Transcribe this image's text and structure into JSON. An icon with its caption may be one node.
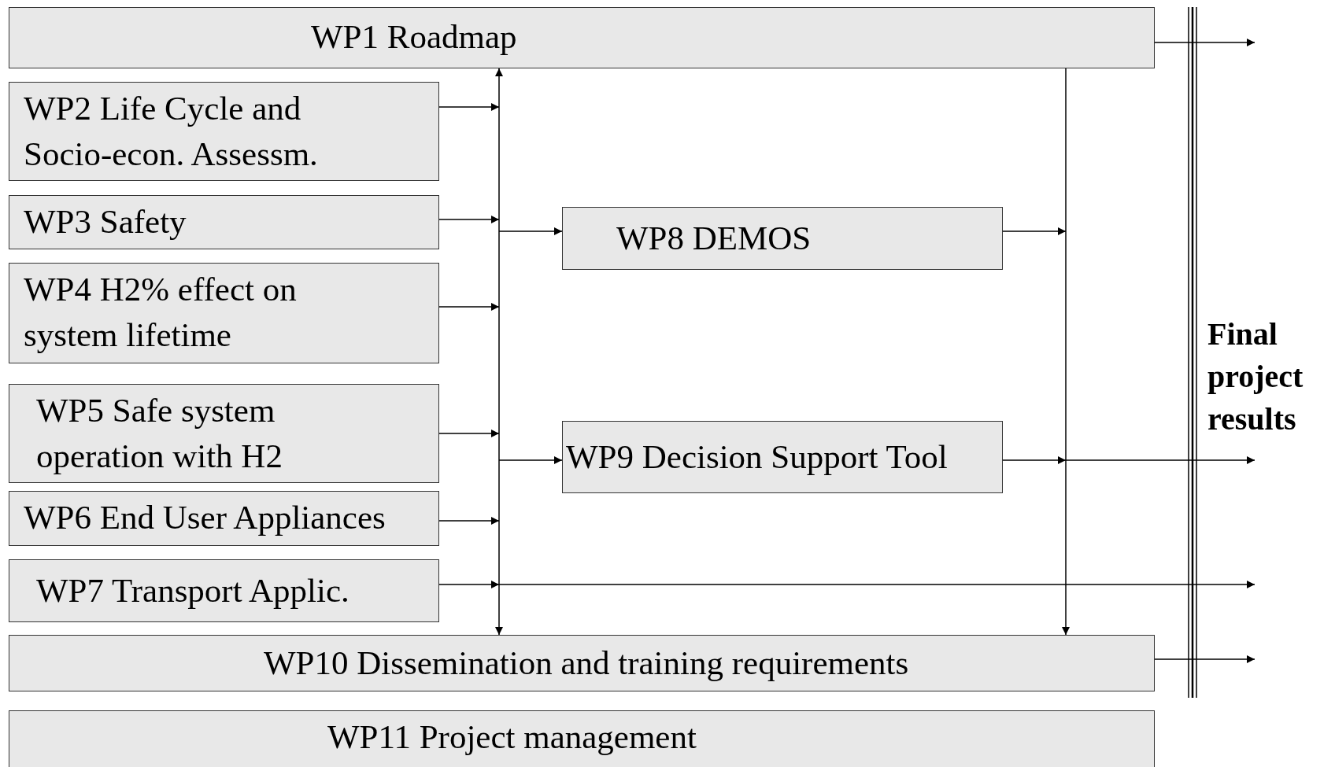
{
  "diagram": {
    "nodes": [
      {
        "text": [
          "WP1 Roadmap"
        ]
      },
      {
        "text": [
          "WP2 Life Cycle and Socio-econ. Assessm."
        ]
      },
      {
        "text": [
          "WP3 Safety"
        ]
      },
      {
        "text": [
          "WP4 H2% effect on system lifetime"
        ]
      },
      {
        "text": [
          "WP5 Safe system operation with  H2"
        ]
      },
      {
        "text": [
          "WP6 End User Appliances"
        ]
      },
      {
        "text": [
          "WP7 Transport Applic."
        ]
      },
      {
        "text": [
          "WP8 DEMOS"
        ]
      },
      {
        "text": [
          "WP9 Decision Support Tool"
        ]
      },
      {
        "text": [
          "WP10 Dissemination and training requirements"
        ]
      },
      {
        "text": [
          "WP11 Project management"
        ]
      },
      {
        "text": [
          "Final project results"
        ]
      }
    ],
    "edges": [
      {
        "from": 1,
        "to": null,
        "arrow": "to"
      },
      {
        "from": 2,
        "to": null,
        "arrow": "to"
      },
      {
        "from": 3,
        "to": null,
        "arrow": "to"
      },
      {
        "from": 4,
        "to": null,
        "arrow": "to"
      },
      {
        "from": 5,
        "to": null,
        "arrow": "to"
      },
      {
        "from": 6,
        "to": null,
        "arrow": "to"
      },
      {
        "from": 0,
        "to": 9,
        "arrow": "both"
      },
      {
        "from": null,
        "to": 7,
        "arrow": "to"
      },
      {
        "from": null,
        "to": 8,
        "arrow": "to"
      },
      {
        "from": 0,
        "to": 9,
        "arrow": "to"
      },
      {
        "from": 7,
        "to": null,
        "arrow": "to"
      },
      {
        "from": 8,
        "to": 11,
        "arrow": "to"
      },
      {
        "from": 0,
        "to": null,
        "arrow": "to"
      },
      {
        "from": 9,
        "to": null,
        "arrow": "to"
      }
    ]
  }
}
